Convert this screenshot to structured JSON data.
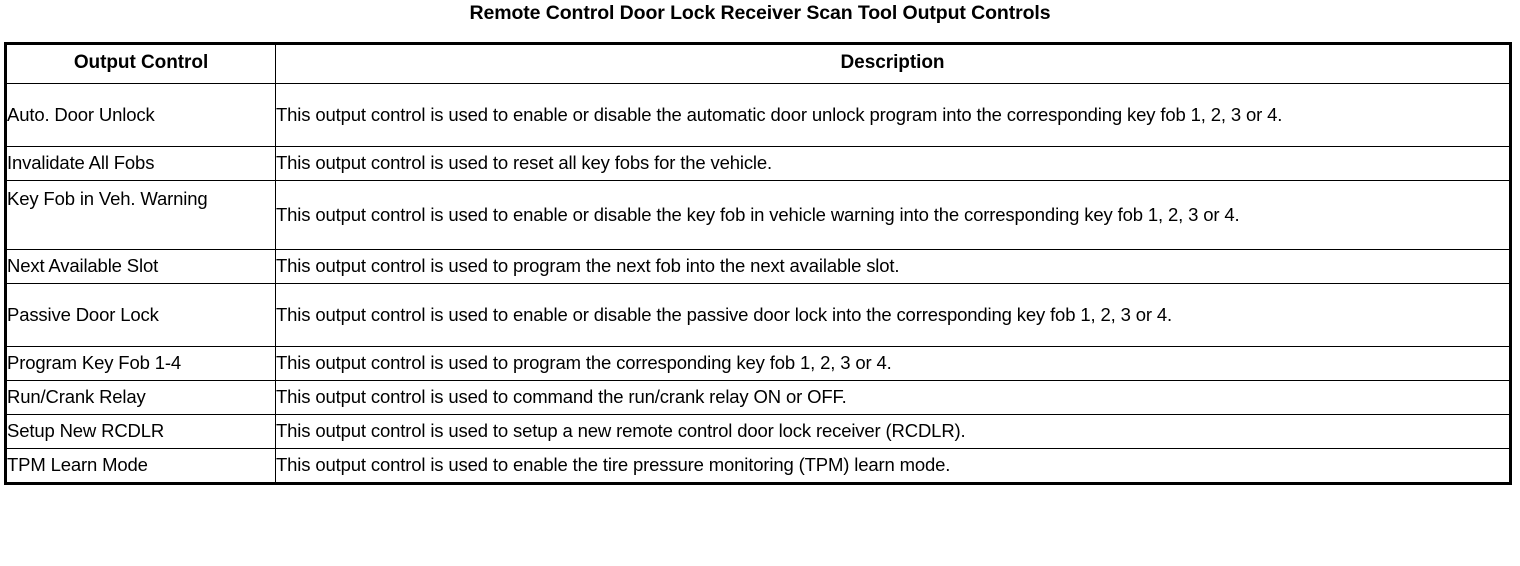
{
  "document": {
    "title": "Remote Control Door Lock Receiver Scan Tool Output Controls"
  },
  "table": {
    "headers": {
      "control": "Output Control",
      "description": "Description"
    },
    "rows": [
      {
        "control": "Auto. Door Unlock",
        "description": "This output control is used to enable or disable the automatic door unlock program into the corresponding key fob 1, 2, 3 or 4."
      },
      {
        "control": "Invalidate All Fobs",
        "description": "This output control is used to reset all key fobs for the vehicle."
      },
      {
        "control": "Key Fob in Veh. Warning",
        "description": "This output control is used to enable or disable the key fob in vehicle warning into the corresponding key fob 1, 2, 3 or 4."
      },
      {
        "control": "Next Available Slot",
        "description": "This output control is used to program the next fob into the next available slot."
      },
      {
        "control": "Passive Door Lock",
        "description": "This output control is used to enable or disable the passive door lock into the corresponding key fob 1, 2, 3 or 4."
      },
      {
        "control": "Program Key Fob 1-4",
        "description": "This output control is used to program the corresponding key fob 1, 2, 3 or 4."
      },
      {
        "control": "Run/Crank Relay",
        "description": "This output control is used to command the run/crank relay ON or OFF."
      },
      {
        "control": "Setup New RCDLR",
        "description": "This output control is used to setup a new remote control door lock receiver (RCDLR)."
      },
      {
        "control": "TPM Learn Mode",
        "description": "This output control is used to enable the tire pressure monitoring (TPM) learn mode."
      }
    ]
  },
  "style": {
    "border_color": "#000000",
    "text_color": "#000000",
    "background": "#ffffff"
  }
}
